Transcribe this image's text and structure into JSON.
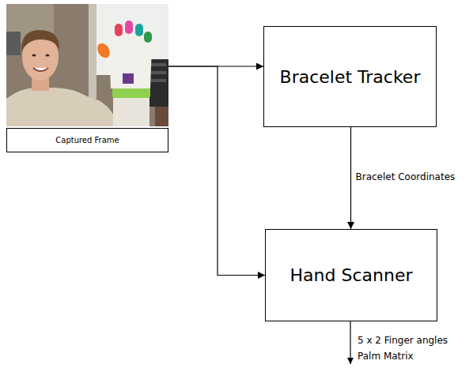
{
  "diagram": {
    "nodes": [
      {
        "text": [
          "Captured Frame"
        ]
      },
      {
        "text": [
          "Bracelet Tracker"
        ]
      },
      {
        "text": [
          "Hand Scanner"
        ]
      }
    ],
    "edges": [
      {
        "from": 0,
        "to": 1,
        "arrow": "to"
      },
      {
        "from": 0,
        "to": 2,
        "arrow": "to"
      },
      {
        "from": 1,
        "to": 2,
        "label": "Bracelet Coordinates",
        "arrow": "to"
      }
    ],
    "labels": [
      "5 x 2 Finger angles Palm Matrix"
    ]
  }
}
